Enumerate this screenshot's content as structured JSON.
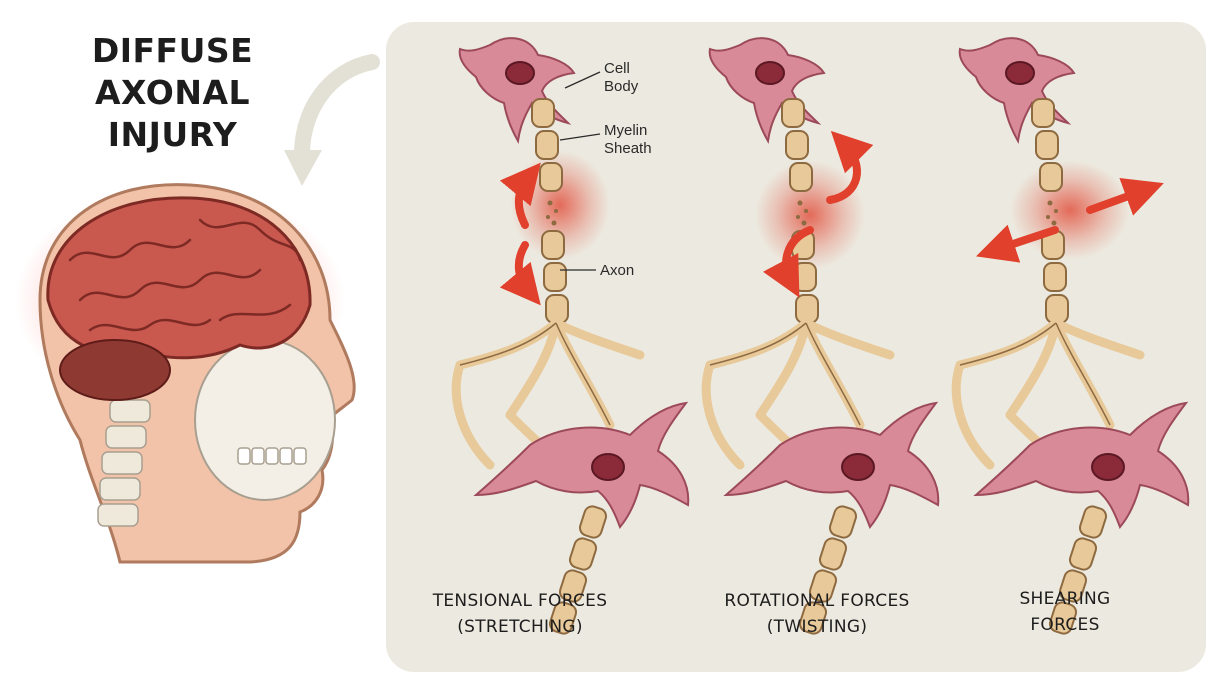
{
  "title": {
    "line1": "DIFFUSE",
    "line2": "AXONAL",
    "line3": "INJURY"
  },
  "labels": {
    "cell_body_1": "Cell",
    "cell_body_2": "Body",
    "myelin_1": "Myelin",
    "myelin_2": "Sheath",
    "axon": "Axon"
  },
  "captions": [
    {
      "line1": "TENSIONAL FORCES",
      "line2": "(STRETCHING)"
    },
    {
      "line1": "ROTATIONAL FORCES",
      "line2": "(TWISTING)"
    },
    {
      "line1": "SHEARING",
      "line2": "FORCES"
    }
  ],
  "colors": {
    "panel": "#eceae0",
    "neuron": "#d98a98",
    "myelin": "#e8c99a",
    "injury": "#e0402c",
    "brain": "#c9584f",
    "skin": "#f2c3a8"
  }
}
